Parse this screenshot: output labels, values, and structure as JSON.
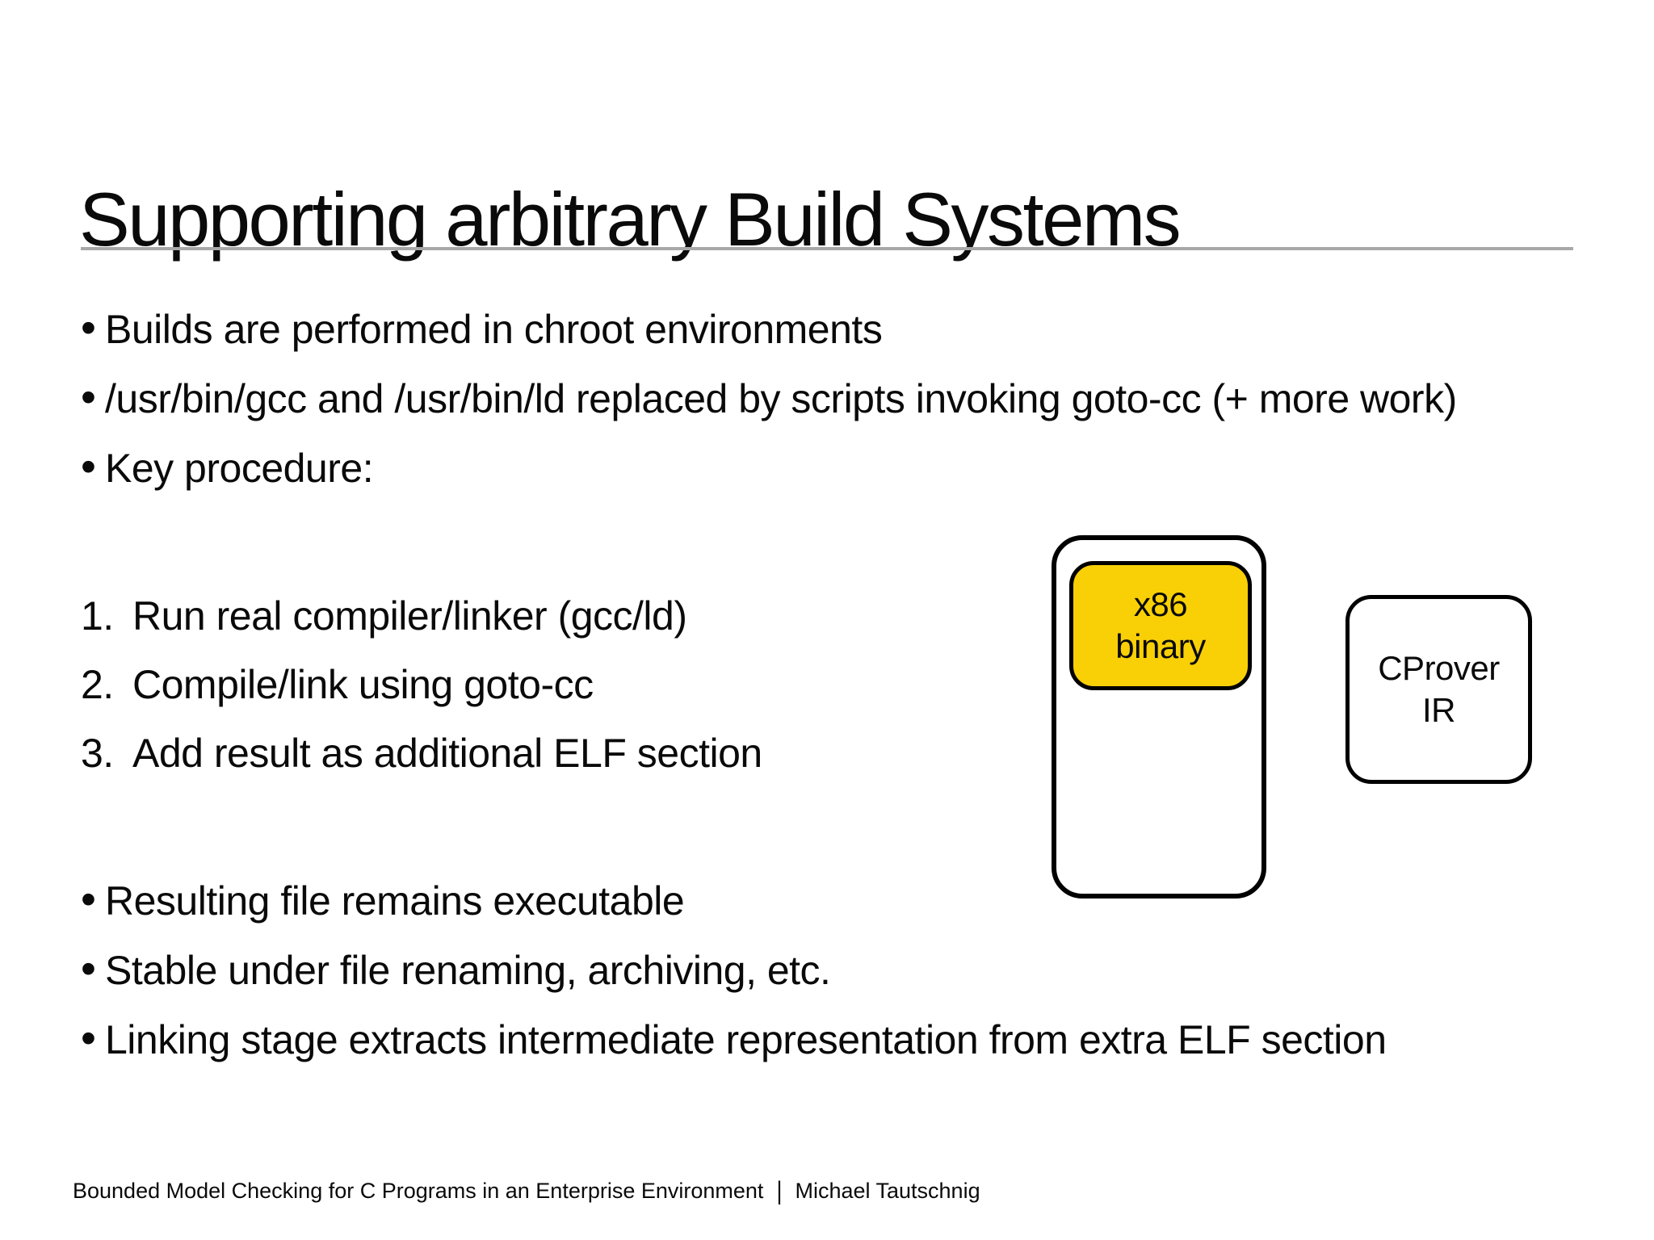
{
  "slide": {
    "title": "Supporting arbitrary Build Systems",
    "bullets_top": [
      "Builds are performed in chroot environments",
      "/usr/bin/gcc and /usr/bin/ld replaced by scripts invoking goto-cc (+ more work)",
      "Key procedure:"
    ],
    "steps": [
      {
        "num": "1.",
        "text": "Run real compiler/linker (gcc/ld)"
      },
      {
        "num": "2.",
        "text": "Compile/link using goto-cc"
      },
      {
        "num": "3.",
        "text": "Add result as additional ELF section"
      }
    ],
    "bullets_bottom": [
      "Resulting file remains executable",
      "Stable under file renaming, archiving, etc.",
      "Linking stage extracts intermediate representation from extra ELF section"
    ],
    "diagram": {
      "binary_box": {
        "line1": "x86",
        "line2": "binary",
        "fill_color": "#F9D005",
        "outline_color": "#000000"
      },
      "ir_box": {
        "line1": "CProver",
        "line2": "IR",
        "fill_color": "#FFFFFF",
        "outline_color": "#000000"
      }
    },
    "footer": {
      "left_text": "Bounded Model Checking for C Programs in an Enterprise Environment",
      "separator": "|",
      "right_text": "Michael Tautschnig"
    }
  }
}
